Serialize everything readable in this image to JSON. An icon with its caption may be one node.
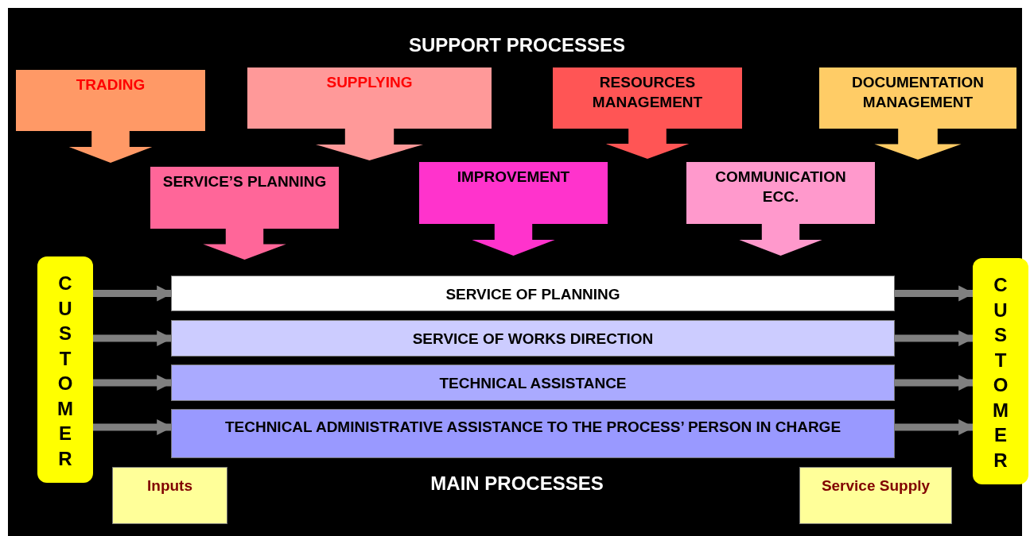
{
  "diagram": {
    "nodes": [
      {
        "text": [
          "TRADING"
        ]
      },
      {
        "text": [
          "SUPPLYING"
        ]
      },
      {
        "text": [
          "RESOURCES MANAGEMENT"
        ]
      },
      {
        "text": [
          "DOCUMENTATION MANAGEMENT"
        ]
      },
      {
        "text": [
          "SERVICE’S PLANNING"
        ]
      },
      {
        "text": [
          "IMPROVEMENT"
        ]
      },
      {
        "text": [
          "COMMUNICATION ECC."
        ]
      },
      {
        "text": [
          "CUSTOMER"
        ]
      },
      {
        "text": [
          "SERVICE OF PLANNING"
        ]
      },
      {
        "text": [
          "SERVICE OF WORKS DIRECTION"
        ]
      },
      {
        "text": [
          "TECHNICAL ASSISTANCE"
        ]
      },
      {
        "text": [
          "TECHNICAL ADMINISTRATIVE ASSISTANCE TO THE PROCESS’ PERSON IN CHARGE"
        ]
      },
      {
        "text": [
          "CUSTOMER"
        ]
      },
      {
        "text": [
          "Inputs"
        ]
      },
      {
        "text": [
          "Service Supply"
        ]
      }
    ],
    "edges": [
      {
        "from": 7,
        "to": 8,
        "arrow": "to"
      },
      {
        "from": 7,
        "to": 9,
        "arrow": "to"
      },
      {
        "from": 7,
        "to": 10,
        "arrow": "to"
      },
      {
        "from": 7,
        "to": 11,
        "arrow": "to"
      },
      {
        "from": 8,
        "to": 12,
        "arrow": "to"
      },
      {
        "from": 9,
        "to": 12,
        "arrow": "to"
      },
      {
        "from": 10,
        "to": 12,
        "arrow": "to"
      },
      {
        "from": 11,
        "to": 12,
        "arrow": "to"
      }
    ],
    "labels": [
      "SUPPORT PROCESSES",
      "MAIN PROCESSES"
    ]
  }
}
